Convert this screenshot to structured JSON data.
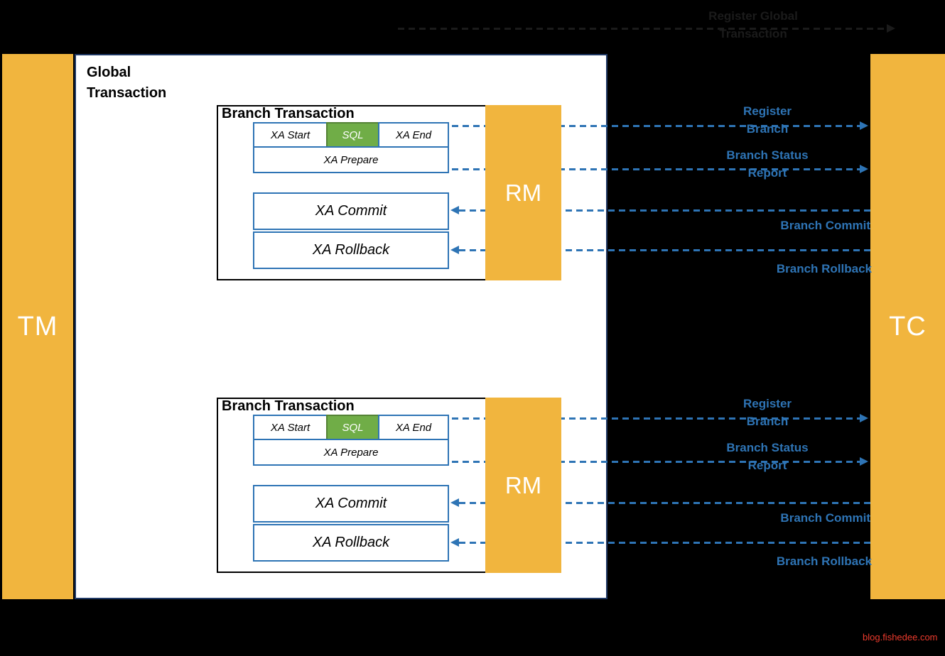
{
  "actors": {
    "tm": "TM",
    "tc": "TC"
  },
  "global_transaction": {
    "title": "Global Transaction"
  },
  "branches": [
    {
      "title": "Branch Transaction",
      "rm": "RM",
      "xa_start": "XA Start",
      "sql": "SQL",
      "xa_end": "XA End",
      "xa_prepare": "XA Prepare",
      "xa_commit": "XA Commit",
      "xa_rollback": "XA Rollback",
      "register_line1": "Register",
      "register_line2": "Branch",
      "status_line1": "Branch Status",
      "status_line2": "Report",
      "commit_msg": "Branch Commit",
      "rollback_msg": "Branch Rollback"
    },
    {
      "title": "Branch Transaction",
      "rm": "RM",
      "xa_start": "XA Start",
      "sql": "SQL",
      "xa_end": "XA End",
      "xa_prepare": "XA Prepare",
      "xa_commit": "XA Commit",
      "xa_rollback": "XA Rollback",
      "register_line1": "Register",
      "register_line2": "Branch",
      "status_line1": "Branch Status",
      "status_line2": "Report",
      "commit_msg": "Branch Commit",
      "rollback_msg": "Branch Rollback"
    }
  ],
  "obscured_top": {
    "line1": "Register Global",
    "line2": "Transaction"
  },
  "watermark": "blog.fishedee.com",
  "colors": {
    "background": "#000000",
    "actor_fill": "#F1B53E",
    "sql_fill": "#70AD47",
    "arrow_blue": "#2E74B5",
    "watermark_red": "#EE3B2D"
  }
}
